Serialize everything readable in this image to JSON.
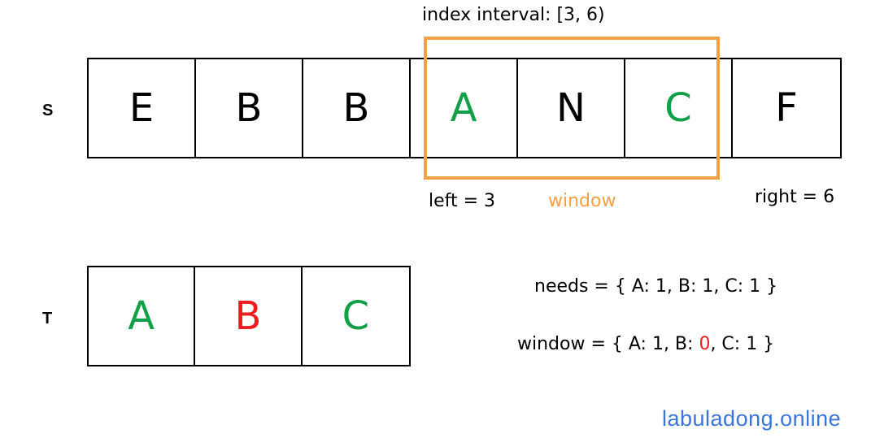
{
  "colors": {
    "green": "#11a048",
    "red": "#ee1d1d",
    "black": "#000000",
    "window": "#f4a046",
    "brand": "#3a76d6"
  },
  "header": {
    "interval_label": "index interval: [3, 6)"
  },
  "s_row": {
    "label": "S",
    "cells": [
      {
        "char": "E",
        "color": "black"
      },
      {
        "char": "B",
        "color": "black"
      },
      {
        "char": "B",
        "color": "black"
      },
      {
        "char": "A",
        "color": "green"
      },
      {
        "char": "N",
        "color": "black"
      },
      {
        "char": "C",
        "color": "green"
      },
      {
        "char": "F",
        "color": "black"
      }
    ]
  },
  "pointers": {
    "left": "left = 3",
    "window": "window",
    "right": "right = 6"
  },
  "t_row": {
    "label": "T",
    "cells": [
      {
        "char": "A",
        "color": "green"
      },
      {
        "char": "B",
        "color": "red"
      },
      {
        "char": "C",
        "color": "green"
      }
    ]
  },
  "needs": {
    "prefix": "needs = { A: 1, B: 1, C: 1 }"
  },
  "window_map": {
    "prefix": "window = { A: 1, B: ",
    "zero": "0",
    "suffix": ", C: 1 }"
  },
  "brand": "labuladong.online"
}
